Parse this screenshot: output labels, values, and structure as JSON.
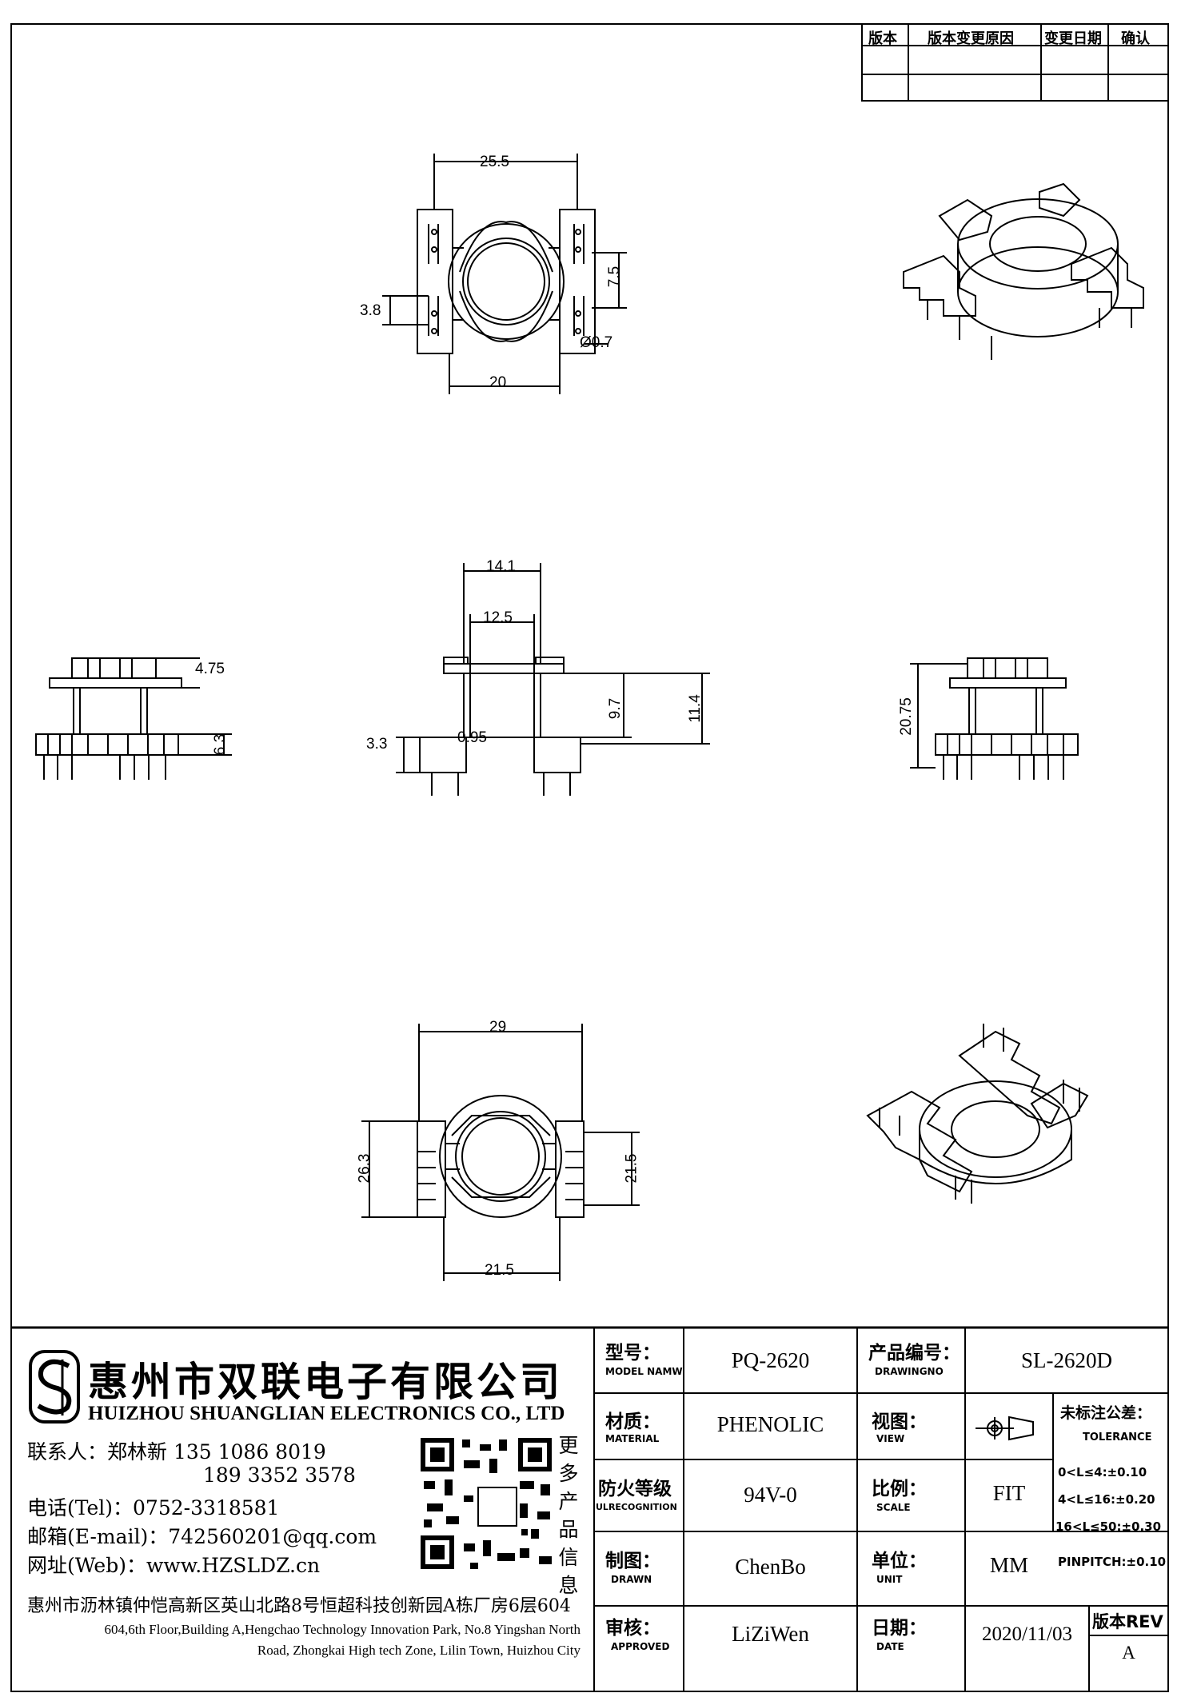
{
  "revision_table": {
    "headers": [
      "版本",
      "版本变更原因",
      "变更日期",
      "确认"
    ]
  },
  "dimensions": {
    "top_width": "25.5",
    "top_pin_pitch": "7.5",
    "top_pin_spacing": "3.8",
    "top_pin_dia": "Ø0.7",
    "top_bottom_width": "20",
    "side_flange_h": "4.75",
    "side_base_h": "6.3",
    "front_outer_w": "14.1",
    "front_inner_w": "12.5",
    "front_h1": "9.7",
    "front_h2": "11.4",
    "front_base_h": "3.3",
    "front_wall": "0.95",
    "right_total_h": "20.75",
    "bottom_width": "29",
    "bottom_height": "26.3",
    "bottom_inner_h": "21.5",
    "bottom_lower_w": "21.5"
  },
  "company": {
    "name_cn": "惠州市双联电子有限公司",
    "name_en": "HUIZHOU SHUANGLIAN ELECTRONICS CO., LTD",
    "contact_line1": "联系人：郑林新  135 1086 8019",
    "contact_line2": "189 3352 3578",
    "tel": "电话(Tel)：0752-3318581",
    "email": "邮箱(E-mail)：742560201@qq.com",
    "web": "网址(Web)：www.HZSLDZ.cn",
    "qr_caption": [
      "更",
      "多",
      "产",
      "品",
      "信",
      "息"
    ],
    "address_cn": "惠州市沥林镇仲恺高新区英山北路8号恒超科技创新园A栋厂房6层604",
    "address_en_1": "604,6th Floor,Building A,Hengchao Technology Innovation Park, No.8 Yingshan North",
    "address_en_2": "Road, Zhongkai High tech Zone, Lilin Town, Huizhou City"
  },
  "title_block": {
    "model_label": "型号：",
    "model_sub": "MODEL NAMW",
    "model_value": "PQ-2620",
    "drawingno_label": "产品编号：",
    "drawingno_sub": "DRAWINGNO",
    "drawingno_value": "SL-2620D",
    "material_label": "材质：",
    "material_sub": "MATERIAL",
    "material_value": "PHENOLIC",
    "view_label": "视图：",
    "view_sub": "VIEW",
    "tolerance_label": "未标注公差：",
    "tolerance_sub": "TOLERANCE",
    "fire_label": "防火等级",
    "fire_sub": "ULRECOGNITION",
    "fire_value": "94V-0",
    "scale_label": "比例：",
    "scale_sub": "SCALE",
    "scale_value": "FIT",
    "drawn_label": "制图：",
    "drawn_sub": "DRAWN",
    "drawn_value": "ChenBo",
    "unit_label": "单位：",
    "unit_sub": "UNIT",
    "unit_value": "MM",
    "approved_label": "审核：",
    "approved_sub": "APPROVED",
    "approved_value": "LiZiWen",
    "date_label": "日期：",
    "date_sub": "DATE",
    "date_value": "2020/11/03",
    "rev_label": "版本REV",
    "rev_value": "A",
    "tolerances": [
      "0<L≤4:±0.10",
      "4<L≤16:±0.20",
      "16<L≤50:±0.30",
      "PINPITCH:±0.10"
    ]
  }
}
